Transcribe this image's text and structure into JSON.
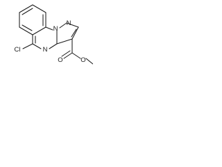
{
  "structure": {
    "atoms": {
      "ring_n_top": "N",
      "ring_n_pyrazole": "N",
      "ring_n_middle": "N",
      "chlorine": "Cl",
      "carbonyl_oxygen": "O",
      "ester_oxygen": "O"
    }
  },
  "colors": {
    "bond": "#1a1a1a",
    "text": "#1a1a1a",
    "background": "#ffffff"
  }
}
